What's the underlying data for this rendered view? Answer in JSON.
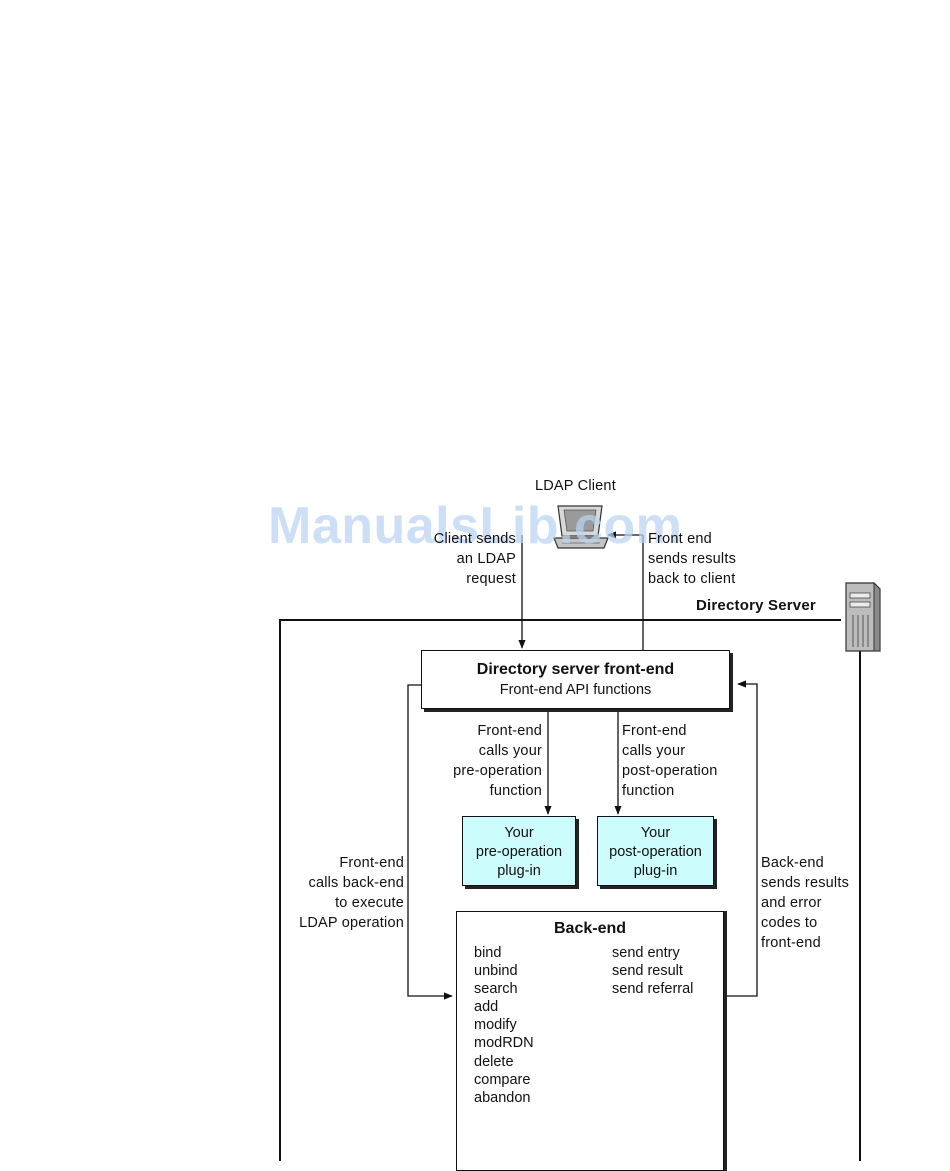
{
  "colors": {
    "plugin_fill": "#ccfcfc",
    "watermark": "#b9d4f3",
    "line": "#111111"
  },
  "icons": {
    "client": "computer-icon",
    "server": "server-tower-icon"
  },
  "ldap_client": {
    "title": "LDAP Client"
  },
  "watermark": {
    "text": "ManualsLib.com"
  },
  "directory_server": {
    "label": "Directory Server"
  },
  "labels": {
    "client_request": [
      "Client sends",
      "an LDAP",
      "request"
    ],
    "frontend_to_client": [
      "Front end",
      "sends results",
      "back to client"
    ],
    "pre_call": [
      "Front-end",
      "calls your",
      "pre-operation",
      "function"
    ],
    "post_call": [
      "Front-end",
      "calls your",
      "post-operation",
      "function"
    ],
    "backend_call": [
      "Front-end",
      "calls back-end",
      "to execute",
      "LDAP operation"
    ],
    "backend_results": [
      "Back-end",
      "sends results",
      "and error",
      "codes to",
      "front-end"
    ]
  },
  "frontend": {
    "title": "Directory server front-end",
    "subtitle": "Front-end API functions"
  },
  "plugins": {
    "pre": [
      "Your",
      "pre-operation",
      "plug-in"
    ],
    "post": [
      "Your",
      "post-operation",
      "plug-in"
    ]
  },
  "backend": {
    "title": "Back-end",
    "ops_left": [
      "bind",
      "unbind",
      "search",
      "add",
      "modify",
      "modRDN",
      "delete",
      "compare",
      "abandon"
    ],
    "ops_right": [
      "send entry",
      "send result",
      "send referral"
    ]
  }
}
